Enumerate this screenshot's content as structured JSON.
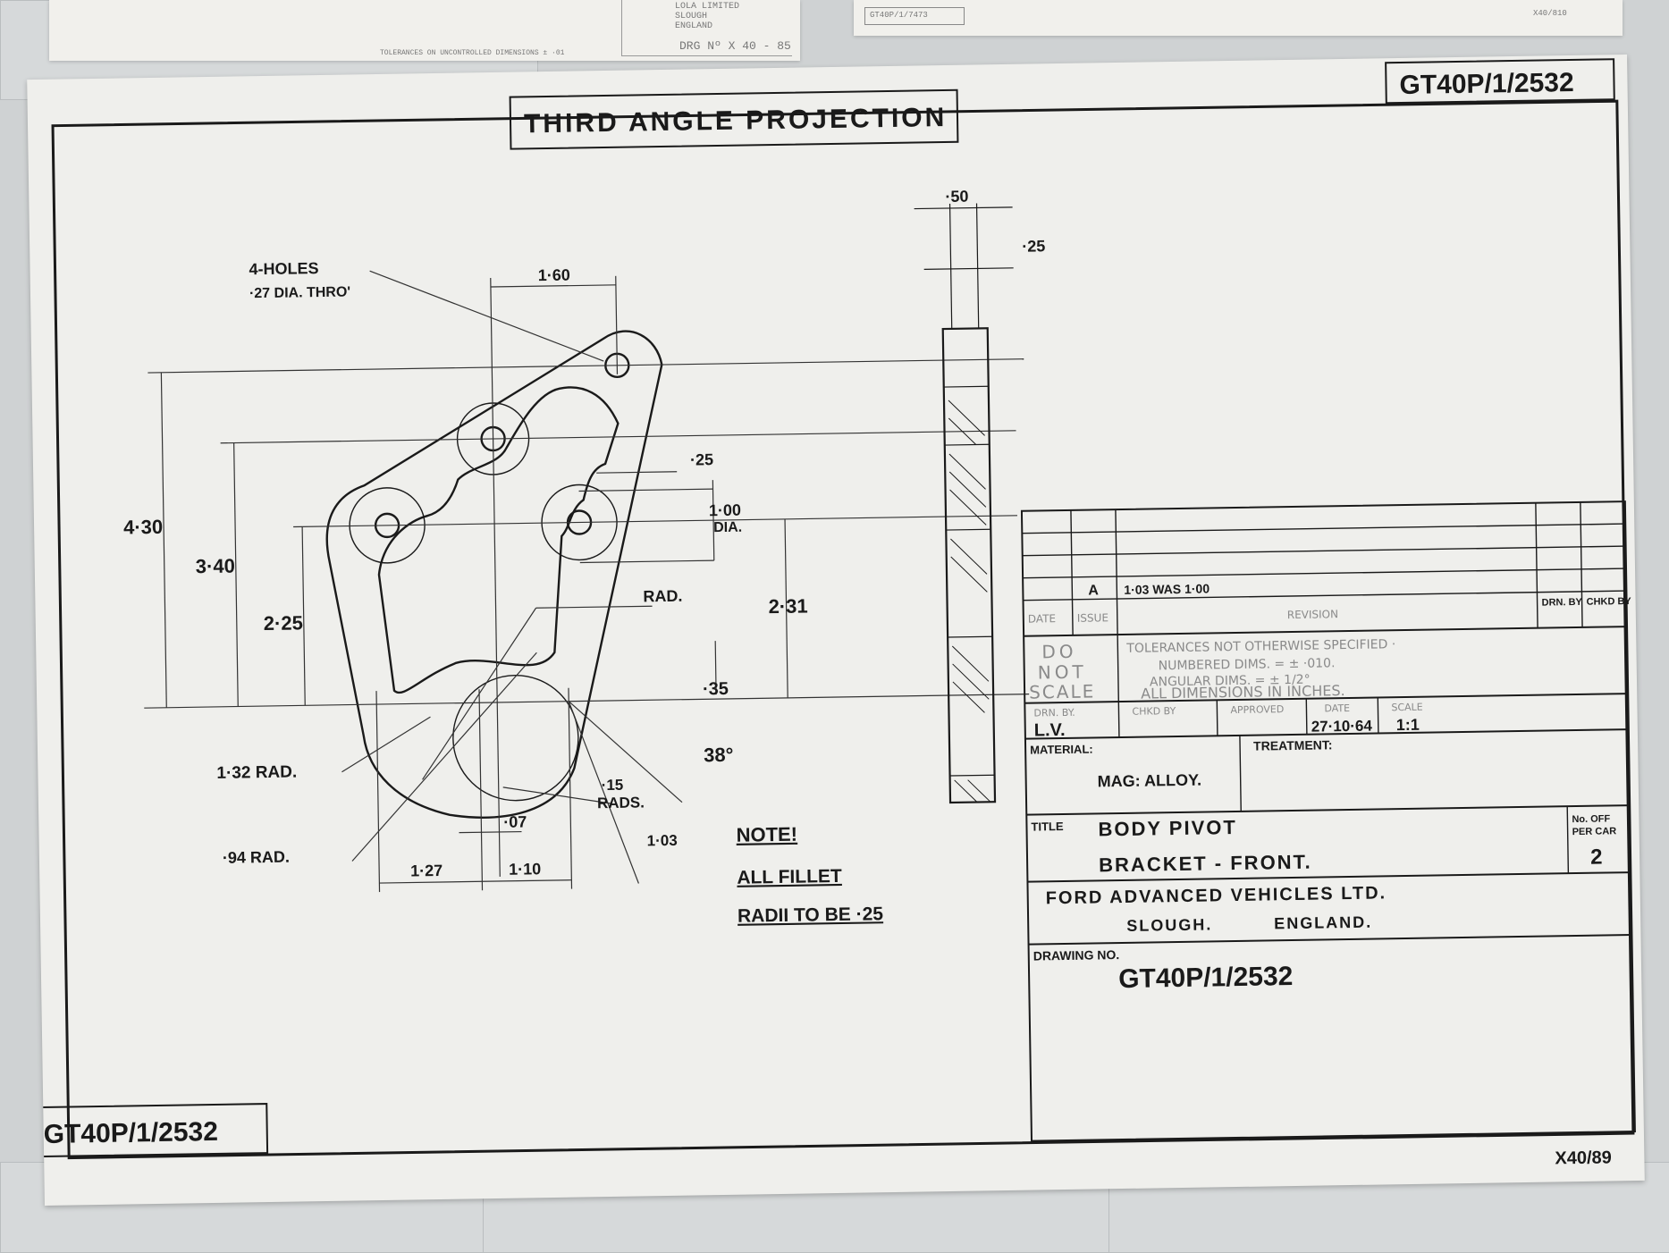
{
  "top_sheets": {
    "left_lines": [
      "LOLA LIMITED",
      "SLOUGH",
      "ENGLAND"
    ],
    "left_tolerance": "TOLERANCES ON UNCONTROLLED DIMENSIONS ± ·01",
    "left_drg_no": "DRG Nº X 40 - 85",
    "right_ref": "GT40P/1/7473",
    "right_corner": "X40/810"
  },
  "drawing": {
    "projection_title": "THIRD ANGLE PROJECTION",
    "drawing_number_top": "GT40P/1/2532",
    "drawing_number_bottom_left": "GT40P/1/2532",
    "corner_ref": "X40/89",
    "callouts": {
      "holes_line1": "4-HOLES",
      "holes_line2": "·27 DIA. THRO'",
      "dim_160": "1·60",
      "dim_050": "·50",
      "dim_025_top": "·25",
      "dim_025_mid": "·25",
      "dim_430": "4·30",
      "dim_340": "3·40",
      "dim_225": "2·25",
      "dim_100": "1·00",
      "dim_dia": "DIA.",
      "rad": "RAD.",
      "dim_231": "2·31",
      "dim_035": "·35",
      "angle_38": "38°",
      "rad_132": "1·32 RAD.",
      "rad_015": "·15",
      "rads": "RADS.",
      "dim_007": "·07",
      "dim_103": "1·03",
      "rad_094": "·94 RAD.",
      "dim_127": "1·27",
      "dim_110": "1·10"
    },
    "note": {
      "line1": "NOTE!",
      "line2": "ALL FILLET",
      "line3": "RADII TO BE ·25"
    },
    "title_block": {
      "issue_letter": "A",
      "revision_text": "1·03 WAS 1·00",
      "hdr_date": "DATE",
      "hdr_issue": "ISSUE",
      "hdr_revision": "REVISION",
      "hdr_drn_by": "DRN. BY",
      "hdr_chkd_by": "CHKD BY",
      "do_not_scale_1": "DO",
      "do_not_scale_2": "NOT",
      "do_not_scale_3": "SCALE",
      "tol_1": "TOLERANCES NOT OTHERWISE SPECIFIED ·",
      "tol_2": "NUMBERED DIMS. = ± ·010.",
      "tol_3": "ANGULAR DIMS. = ± 1/2°",
      "tol_4": "ALL DIMENSIONS IN INCHES.",
      "lbl_drn_by": "DRN. BY.",
      "lbl_chkd_by": "CHKD BY",
      "lbl_approved": "APPROVED",
      "lbl_date": "DATE",
      "lbl_scale": "SCALE",
      "drn_by": "L.V.",
      "date": "27·10·64",
      "scale": "1:1",
      "lbl_material": "MATERIAL:",
      "material": "MAG: ALLOY.",
      "lbl_treatment": "TREATMENT:",
      "lbl_title": "TITLE",
      "title_line1": "BODY PIVOT",
      "title_line2": "BRACKET - FRONT.",
      "lbl_no_off_1": "No. OFF",
      "lbl_no_off_2": "PER CAR",
      "no_off": "2",
      "company": "FORD ADVANCED VEHICLES LTD.",
      "town": "SLOUGH.",
      "country": "ENGLAND.",
      "lbl_drawing_no": "DRAWING NO.",
      "drawing_no": "GT40P/1/2532"
    }
  }
}
